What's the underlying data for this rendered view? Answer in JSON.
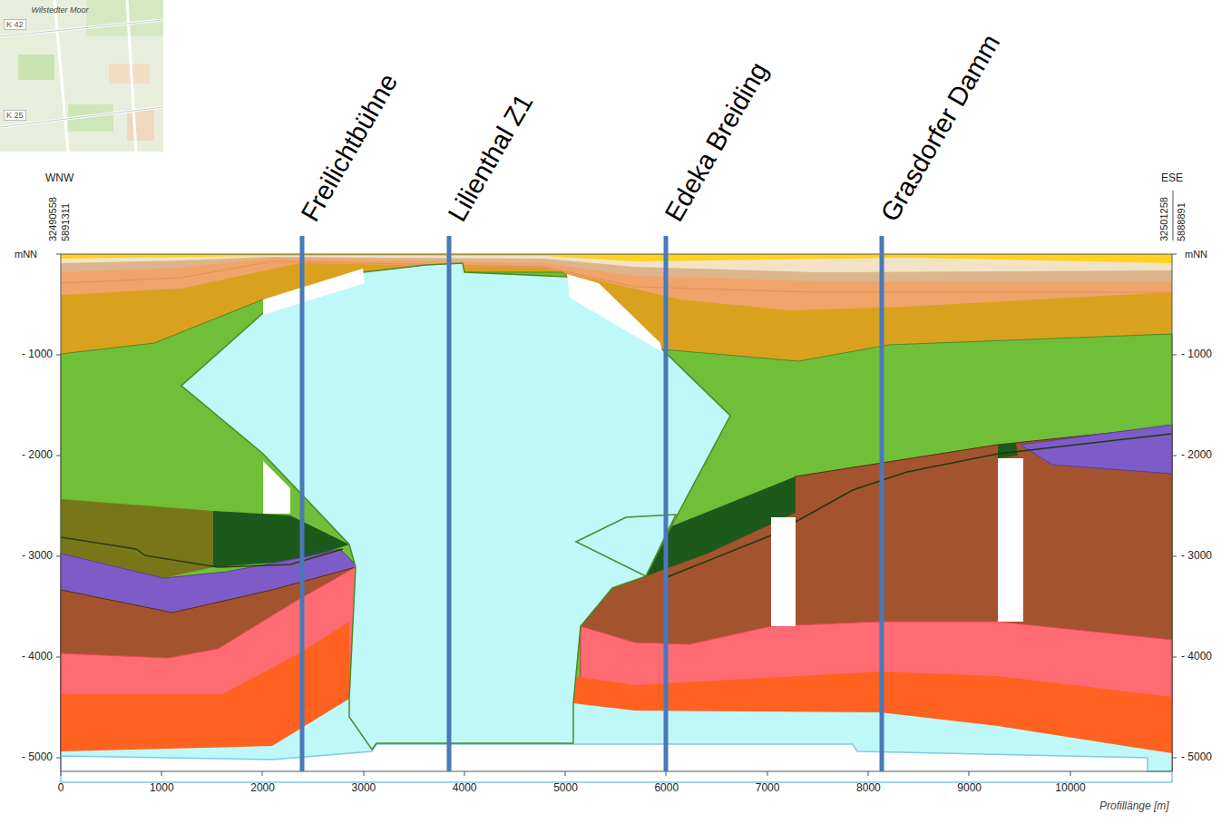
{
  "diagram": {
    "labels": [
      "Wilstedter Moor",
      "K 42",
      "K 25",
      "Freilichtbühne",
      "Lilienthal Z1",
      "Edeka Breiding",
      "Grasdorfer Damm",
      "WNW",
      "32490558",
      "5891311",
      "ESE",
      "32501258",
      "5888891",
      "mNN",
      "mNN",
      "- 1000",
      "- 2000",
      "- 3000",
      "- 4000",
      "- 5000",
      "- 1000",
      "- 2000",
      "- 3000",
      "- 4000",
      "- 5000",
      "0",
      "1000",
      "2000",
      "3000",
      "4000",
      "5000",
      "6000",
      "7000",
      "8000",
      "9000",
      "10000",
      "Profillänge [m]"
    ]
  }
}
